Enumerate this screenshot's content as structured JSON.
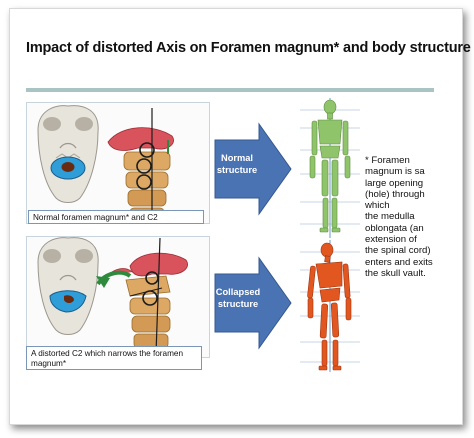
{
  "title": "Impact of distorted Axis on Foramen magnum* and body structure",
  "normal": {
    "caption": "Normal foramen magnum* and C2",
    "arrow_line1": "Normal",
    "arrow_line2": "structure"
  },
  "collapsed": {
    "caption": "A distorted C2 which narrows the foramen magnum*",
    "arrow_line1": "Collapsed",
    "arrow_line2": "structure"
  },
  "footnote": [
    "* Foramen",
    "magnum is sa",
    "large opening",
    "(hole) through",
    "which",
    "the medulla",
    "oblongata (an",
    "extension of",
    "the spinal cord)",
    "enters and exits",
    "the skull vault."
  ],
  "colors": {
    "arrow_blue": "#4a73b3",
    "skeleton_green": "#8fc46a",
    "skeleton_orange": "#e2561f",
    "vertebra_tan": "#dca863",
    "muscle_red": "#d9535c",
    "foramen_blue": "#2f9ed8"
  }
}
